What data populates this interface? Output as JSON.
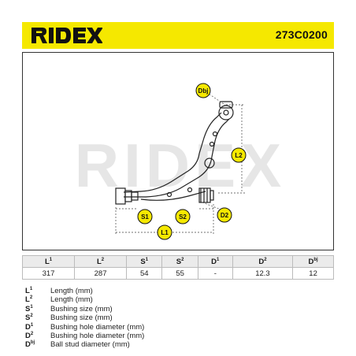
{
  "header": {
    "brand": "RIDEX",
    "part_number": "273C0200",
    "brand_color": "#f5e800"
  },
  "watermark": "RIDEX",
  "diagram_labels": {
    "d_bj": "Dbj",
    "l2": "L2",
    "s1": "S1",
    "s2": "S2",
    "d2": "D2",
    "l1": "L1"
  },
  "specs": {
    "headers": [
      {
        "base": "L",
        "sup": "1"
      },
      {
        "base": "L",
        "sup": "2"
      },
      {
        "base": "S",
        "sup": "1"
      },
      {
        "base": "S",
        "sup": "2"
      },
      {
        "base": "D",
        "sup": "1"
      },
      {
        "base": "D",
        "sup": "2"
      },
      {
        "base": "D",
        "sup": "bj"
      }
    ],
    "values": [
      "317",
      "287",
      "54",
      "55",
      "-",
      "12.3",
      "12"
    ]
  },
  "legend": [
    {
      "base": "L",
      "sup": "1",
      "text": "Length (mm)"
    },
    {
      "base": "L",
      "sup": "2",
      "text": "Length (mm)"
    },
    {
      "base": "S",
      "sup": "1",
      "text": "Bushing size (mm)"
    },
    {
      "base": "S",
      "sup": "2",
      "text": "Bushing size (mm)"
    },
    {
      "base": "D",
      "sup": "1",
      "text": "Bushing hole diameter (mm)"
    },
    {
      "base": "D",
      "sup": "2",
      "text": "Bushing hole diameter (mm)"
    },
    {
      "base": "D",
      "sup": "bj",
      "text": "Ball stud diameter (mm)"
    }
  ]
}
